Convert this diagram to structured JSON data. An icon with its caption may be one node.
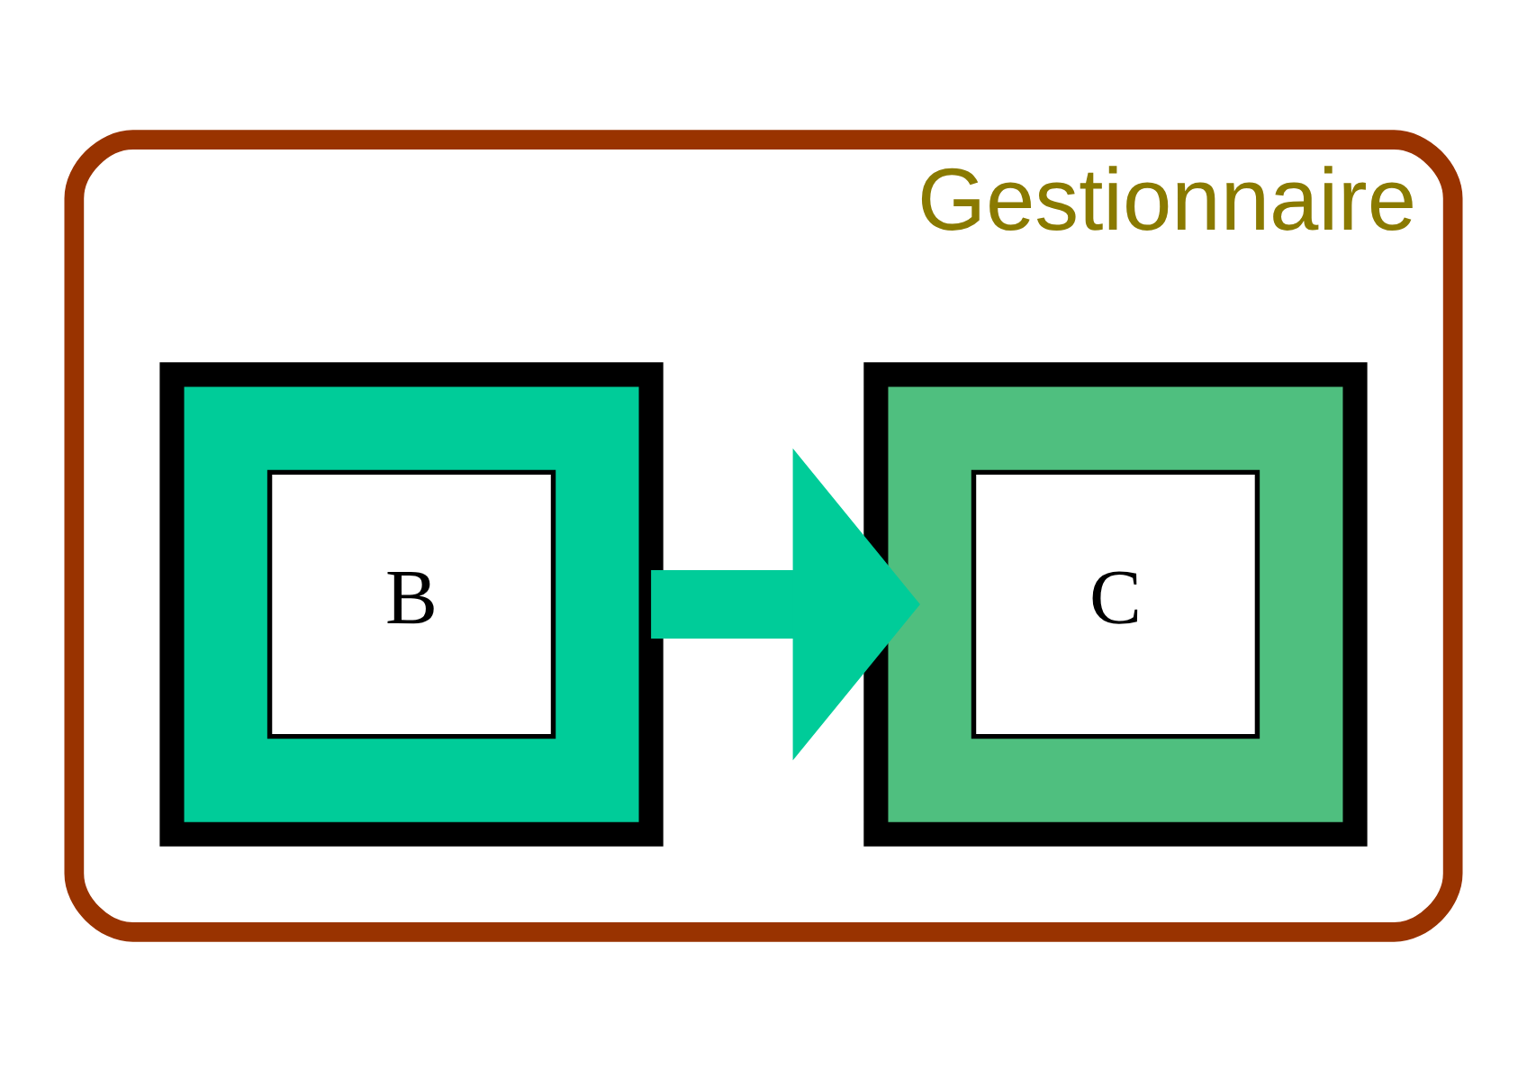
{
  "diagram": {
    "nodes": [
      {
        "text": [
          "Gestionnaire"
        ]
      },
      {
        "text": [],
        "shape": "box",
        "in": 0
      },
      {
        "text": [
          "B"
        ],
        "in": 1
      },
      {
        "text": [],
        "shape": "box",
        "in": 0
      },
      {
        "text": [
          "C"
        ],
        "in": 3
      }
    ],
    "edges": [
      {
        "from": 1,
        "to": 3,
        "arrow": "to"
      }
    ]
  }
}
